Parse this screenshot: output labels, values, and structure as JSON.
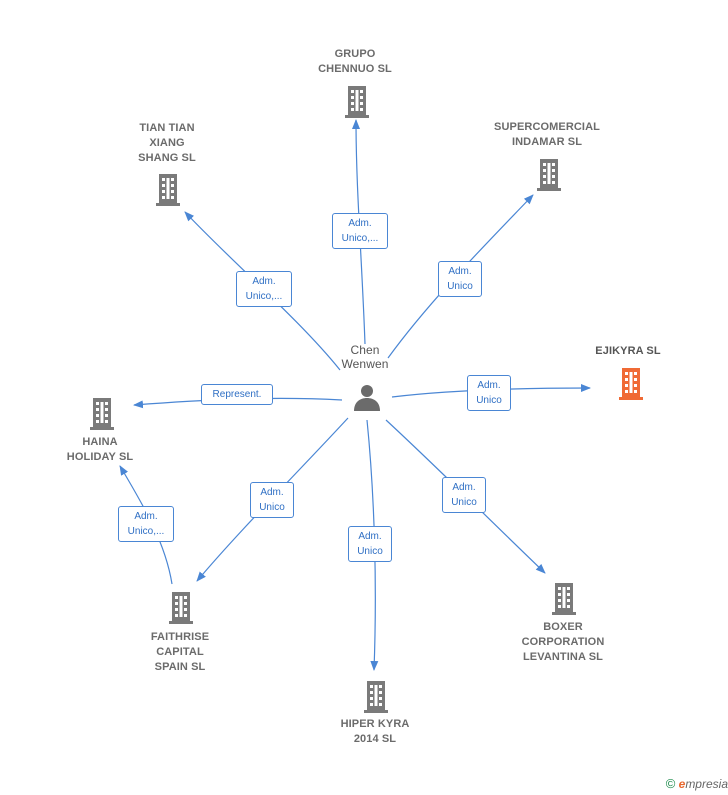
{
  "person": {
    "name": "Chen\nWenwen"
  },
  "companies": {
    "grupo": "GRUPO\nCHENNUO  SL",
    "tian": "TIAN TIAN\nXIANG\nSHANG SL",
    "super": "SUPERCOMERCIAL\nINDAMAR  SL",
    "ejikyra": "EJIKYRA  SL",
    "haina": "HAINA\nHOLIDAY  SL",
    "faithrise": "FAITHRISE\nCAPITAL\nSPAIN  SL",
    "hiper": "HIPER KYRA\n2014  SL",
    "boxer": "BOXER\nCORPORATION\nLEVANTINA SL"
  },
  "relations": {
    "grupo": "Adm.\nUnico,...",
    "tian": "Adm.\nUnico,...",
    "super": "Adm.\nUnico",
    "ejikyra": "Adm.\nUnico",
    "haina": "Represent.",
    "faithrise": "Adm.\nUnico",
    "hiper": "Adm.\nUnico",
    "boxer": "Adm.\nUnico",
    "faithrise_haina": "Adm.\nUnico,..."
  },
  "footer": {
    "copyright": "©",
    "brand_initial": "e",
    "brand_rest": "mpresia"
  },
  "colors": {
    "edge": "#4a86d4",
    "building": "#7a7a7a",
    "focus_building": "#f06a35",
    "person": "#6b6b6b"
  }
}
